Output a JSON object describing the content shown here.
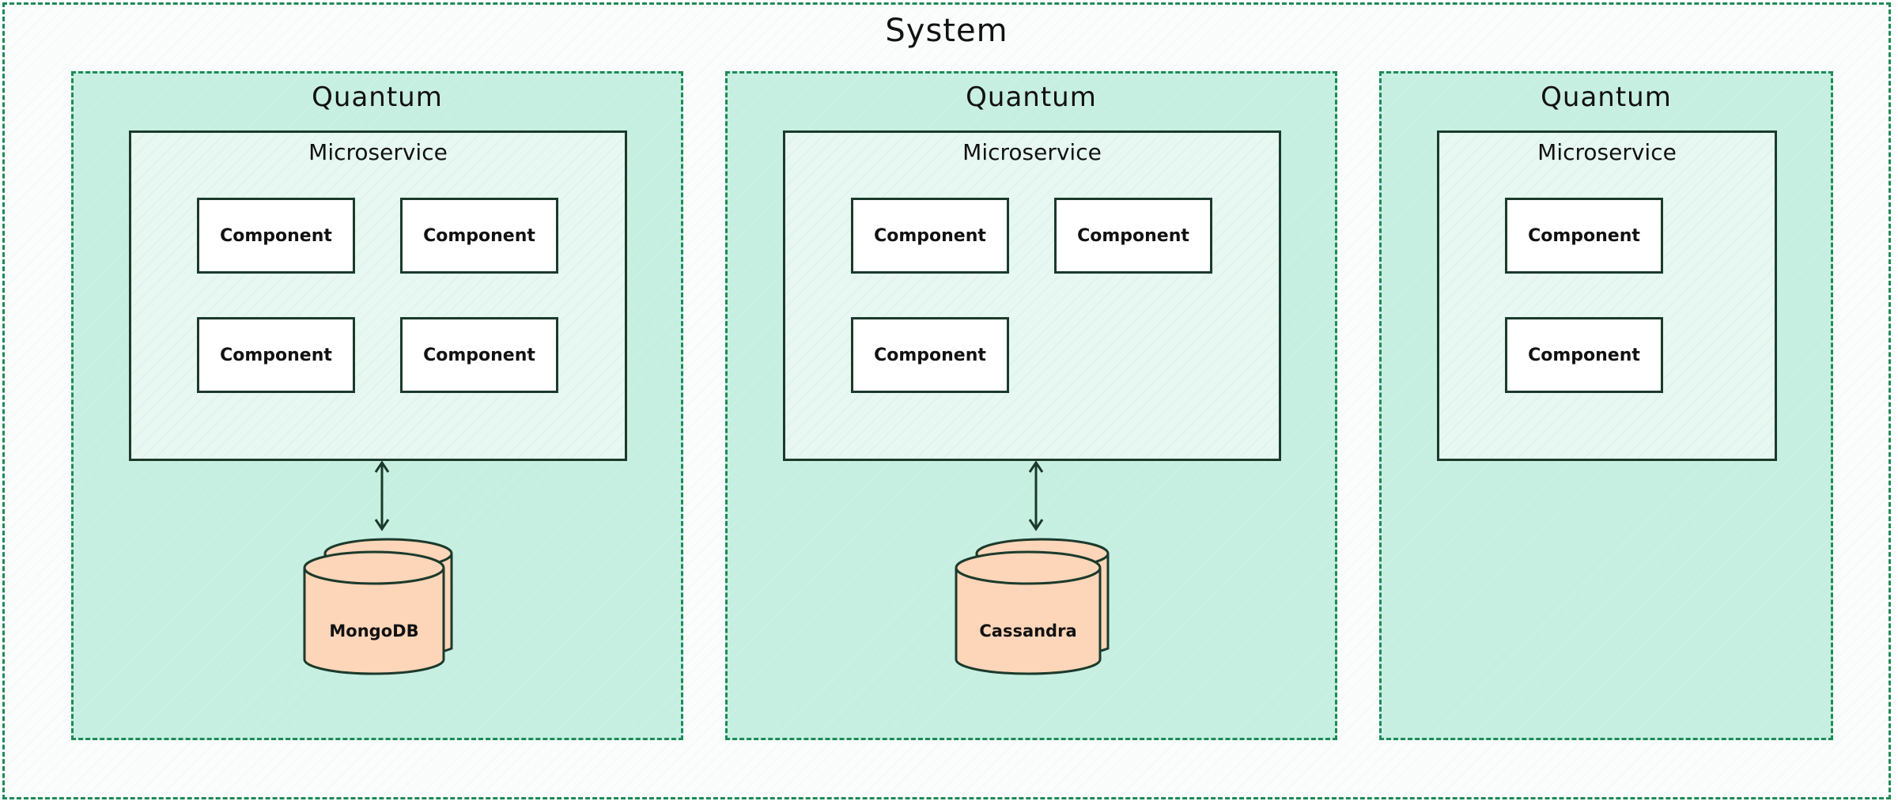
{
  "colors": {
    "system_border": "#1e8a57",
    "quantum_fill": "#c6efe1",
    "microservice_fill": "#e6f8f1",
    "component_fill": "#ffffff",
    "database_fill": "#fdd5b8",
    "stroke": "#1b3a2c"
  },
  "system": {
    "title": "System"
  },
  "quanta": [
    {
      "title": "Quantum",
      "microservice": {
        "title": "Microservice",
        "components": [
          "Component",
          "Component",
          "Component",
          "Component"
        ]
      },
      "database": {
        "name": "MongoDB"
      }
    },
    {
      "title": "Quantum",
      "microservice": {
        "title": "Microservice",
        "components": [
          "Component",
          "Component",
          "Component"
        ]
      },
      "database": {
        "name": "Cassandra"
      }
    },
    {
      "title": "Quantum",
      "microservice": {
        "title": "Microservice",
        "components": [
          "Component",
          "Component"
        ]
      }
    }
  ]
}
